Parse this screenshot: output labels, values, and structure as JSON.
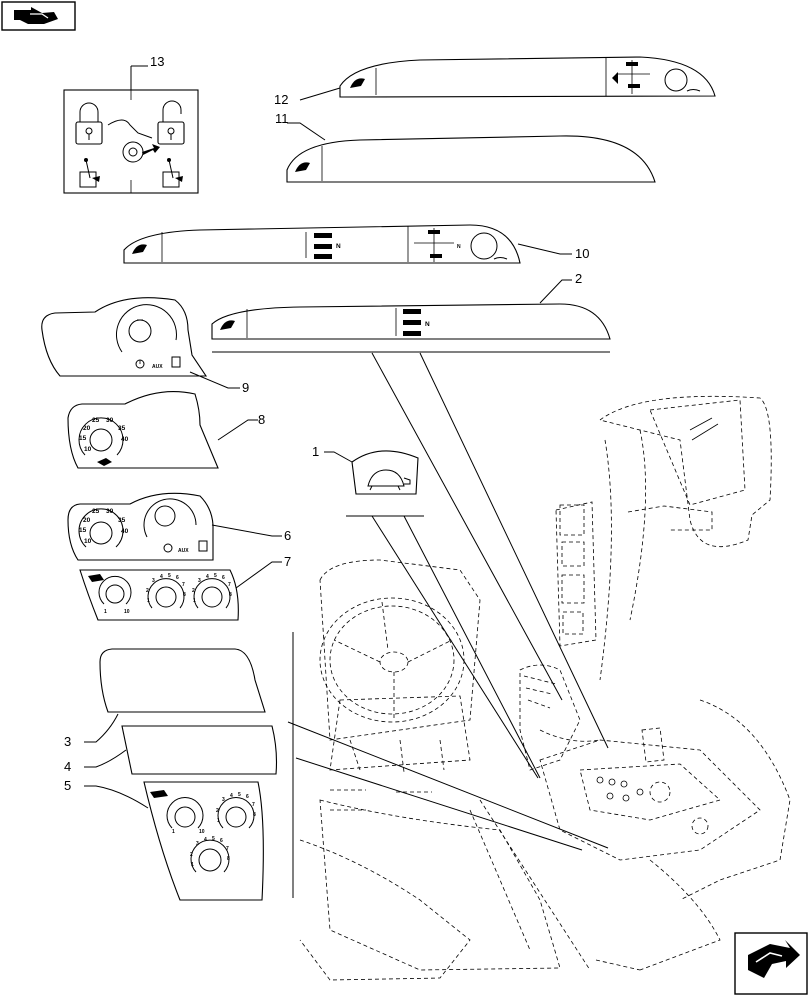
{
  "callouts": {
    "c1": "1",
    "c2": "2",
    "c3": "3",
    "c4": "4",
    "c5": "5",
    "c6": "6",
    "c7": "7",
    "c8": "8",
    "c9": "9",
    "c10": "10",
    "c11": "11",
    "c12": "12",
    "c13": "13"
  },
  "labels": {
    "aux_a": "AUX",
    "aux_b": "AUX",
    "neutral_a": "N",
    "neutral_b": "N",
    "neutral_c": "N"
  },
  "dials": {
    "decal8": [
      "25",
      "30",
      "20",
      "35",
      "15",
      "40",
      "10"
    ],
    "decal6": [
      "25",
      "30",
      "20",
      "35",
      "15",
      "40",
      "10"
    ],
    "decal7": [
      "1",
      "10",
      "3",
      "4",
      "5",
      "6",
      "2",
      "7",
      "1",
      "8",
      "3",
      "4",
      "5",
      "6",
      "2",
      "7",
      "1",
      "8"
    ],
    "decal5": [
      "1",
      "10",
      "3",
      "4",
      "5",
      "6",
      "2",
      "7",
      "1",
      "8",
      "3",
      "4",
      "5",
      "6",
      "2",
      "7",
      "1",
      "8"
    ]
  },
  "icons": {
    "nav_top": "page-previous-icon",
    "nav_bottom": "page-next-icon"
  },
  "colors": {
    "line": "#000000",
    "background": "#ffffff"
  }
}
